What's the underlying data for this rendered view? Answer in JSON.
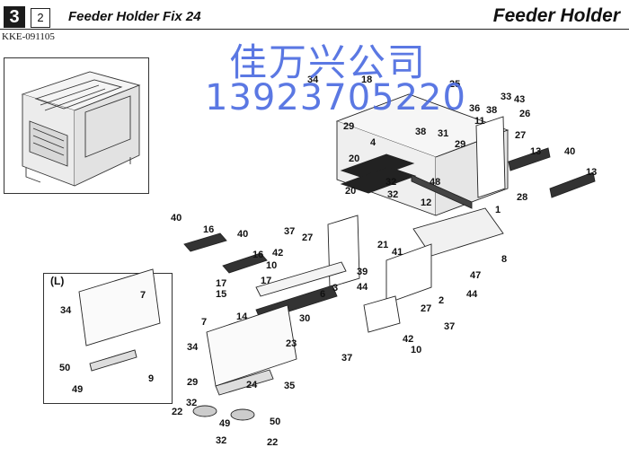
{
  "header": {
    "page_number": "3",
    "sub_number": "2",
    "title": "Feeder Holder Fix 24",
    "section": "Feeder Holder",
    "doc_code": "KKE-091105"
  },
  "watermark": {
    "line1": "佳万兴公司",
    "line2": "13923705220"
  },
  "inset": {
    "label": "(L)"
  },
  "callouts": [
    "34",
    "18",
    "25",
    "29",
    "33",
    "43",
    "36",
    "38",
    "26",
    "38",
    "31",
    "11",
    "4",
    "29",
    "27",
    "13",
    "40",
    "20",
    "32",
    "13",
    "48",
    "12",
    "28",
    "1",
    "20",
    "32",
    "40",
    "16",
    "40",
    "37",
    "27",
    "42",
    "10",
    "16",
    "21",
    "41",
    "8",
    "39",
    "47",
    "17",
    "15",
    "17",
    "3",
    "44",
    "44",
    "7",
    "6",
    "2",
    "34",
    "14",
    "30",
    "23",
    "27",
    "37",
    "42",
    "10",
    "37",
    "50",
    "49",
    "9",
    "7",
    "34",
    "29",
    "24",
    "35",
    "22",
    "49",
    "50",
    "32",
    "32",
    "22"
  ]
}
